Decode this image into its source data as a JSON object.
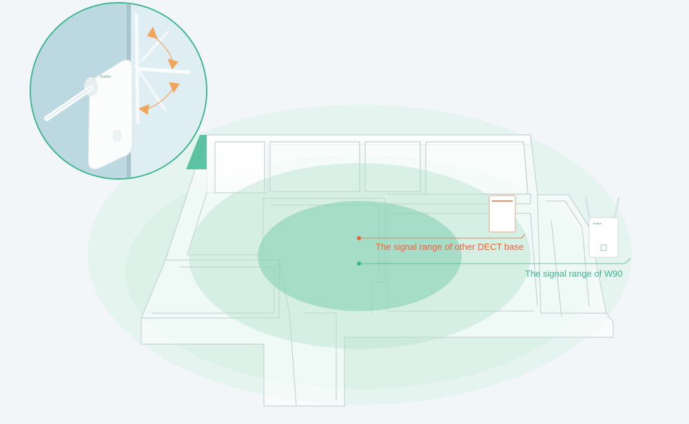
{
  "labels": {
    "dect_range": "The signal range of other DECT base",
    "w90_range": "The signal range of W90",
    "device_brand": "Yealink"
  },
  "colors": {
    "background": "#f2f6f9",
    "w90_green": "#3bb58f",
    "dect_orange": "#e0683b",
    "wall": "#ffffff",
    "wall_edge": "#c9d6d9"
  },
  "icons": {
    "mount_detail": "wall-mounted-base-station-icon",
    "rotation_arrows": "antenna-rotation-arrow-icon",
    "dect_base": "dect-base-station-icon",
    "w90_base": "w90-base-station-icon"
  }
}
